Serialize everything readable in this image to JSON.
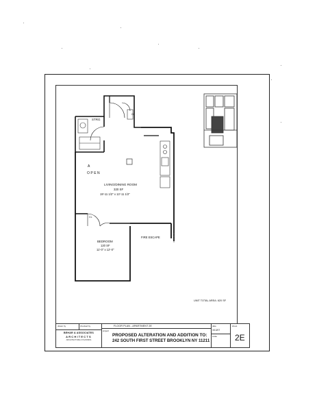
{
  "plan": {
    "room_storage": "STRG",
    "closet_label": "CL",
    "room_kitchen_a": "A",
    "room_kitchen_b": "OPEN",
    "living_name": "LIVING/DINING ROOM",
    "living_area": "320 SF",
    "living_dims": "19'-11 1/2\" x 13'-11 1/2\"",
    "fire_escape": "FIRE ESCAPE",
    "bedroom_name": "BEDROOM",
    "bedroom_area": "120 SF",
    "bedroom_dims": "11'-0\" x 12'-0\"",
    "unit_total": "UNIT TOTAL AREA: 620 SF"
  },
  "titleblock": {
    "drawn_by_label": "drawn by",
    "checked_by_label": "checked by",
    "project_label": "project",
    "firm_line1": "BEHAR & ASSOCIATES",
    "firm_line2": "ARCHITECTS",
    "firm_line3": "ARCHITECTURE & PLANNING",
    "drawing_title": "FLOOR PLAN - APARTMENT 2E",
    "project_line1": "PROPOSED ALTERATION AND ADDITION TO:",
    "project_line2": "242 SOUTH FIRST STREET BROOKLYN NY 11211",
    "date_label": "date",
    "date_value": "3/13/07",
    "scale_label": "scale",
    "sheet_label": "sheet",
    "sheet_number": "2E"
  }
}
